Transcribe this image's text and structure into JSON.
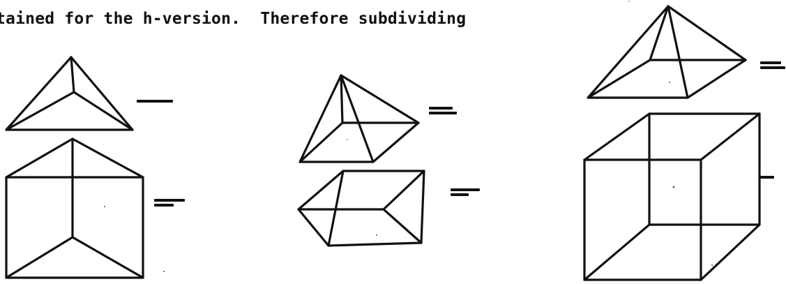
{
  "document": {
    "text_line": "tained for the h-version.  Therefore subdividing"
  },
  "figures": [
    {
      "shape": "tetrahedron"
    },
    {
      "shape": "triangular-prism"
    },
    {
      "shape": "square-pyramid"
    },
    {
      "shape": "triangular-prism"
    },
    {
      "shape": "square-pyramid"
    },
    {
      "shape": "brick"
    }
  ],
  "colors": {
    "ink": "#111111",
    "paper": "#ffffff"
  }
}
